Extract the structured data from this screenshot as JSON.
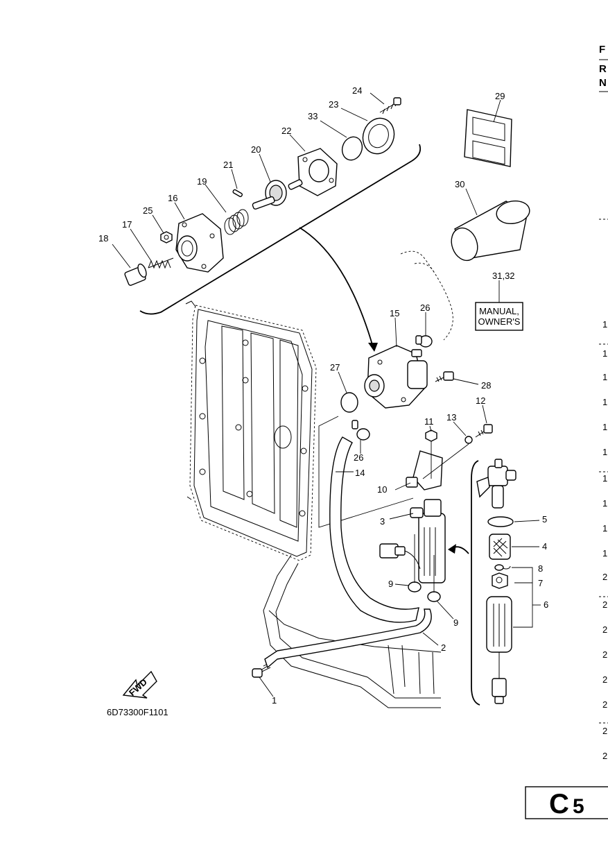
{
  "diagram_code": "6D73300F1101",
  "section_code_letter": "C",
  "section_code_number": "5",
  "fwd_label": "FWD",
  "tag_text_line1": "MANUAL,",
  "tag_text_line2": "OWNER'S",
  "callouts": {
    "c1": "1",
    "c2": "2",
    "c3": "3",
    "c4": "4",
    "c5": "5",
    "c6": "6",
    "c7": "7",
    "c8": "8",
    "c9a": "9",
    "c9b": "9",
    "c10": "10",
    "c11": "11",
    "c12": "12",
    "c13": "13",
    "c14": "14",
    "c15": "15",
    "c16": "16",
    "c17": "17",
    "c18": "18",
    "c19": "19",
    "c20": "20",
    "c21": "21",
    "c22": "22",
    "c23": "23",
    "c24": "24",
    "c25": "25",
    "c26a": "26",
    "c26b": "26",
    "c27": "27",
    "c28": "28",
    "c29": "29",
    "c30": "30",
    "c3132": "31,32",
    "c33": "33"
  },
  "right_edge": {
    "header": [
      "F",
      "R",
      "N"
    ],
    "rows": [
      "1",
      "1",
      "1",
      "1",
      "1",
      "1",
      "1",
      "1",
      "1",
      "1",
      "2",
      "2",
      "2",
      "2",
      "2",
      "2",
      "2",
      "2"
    ]
  }
}
